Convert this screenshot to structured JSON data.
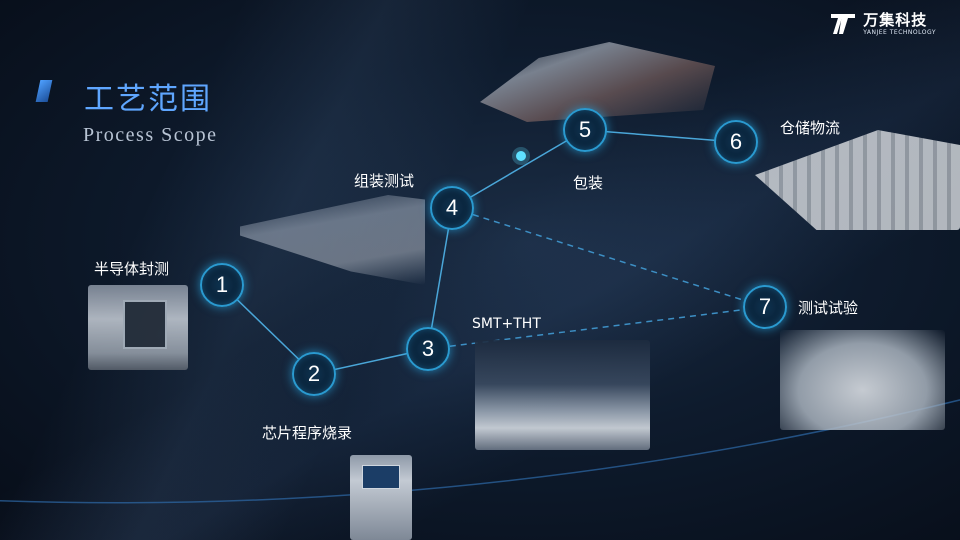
{
  "logo": {
    "cn": "万集科技",
    "en": "YANJEE TECHNOLOGY"
  },
  "title": {
    "cn": "工艺范围",
    "en": "Process Scope"
  },
  "nodes": [
    {
      "number": "1",
      "label": "半导体封测"
    },
    {
      "number": "2",
      "label": "芯片程序烧录"
    },
    {
      "number": "3",
      "label": "SMT+THT"
    },
    {
      "number": "4",
      "label": "组装测试"
    },
    {
      "number": "5",
      "label": "包装"
    },
    {
      "number": "6",
      "label": "仓储物流"
    },
    {
      "number": "7",
      "label": "测试试验"
    }
  ],
  "colors": {
    "accent": "#2a9ad0",
    "title": "#5fa6ff",
    "background": "#0e1b2d"
  }
}
